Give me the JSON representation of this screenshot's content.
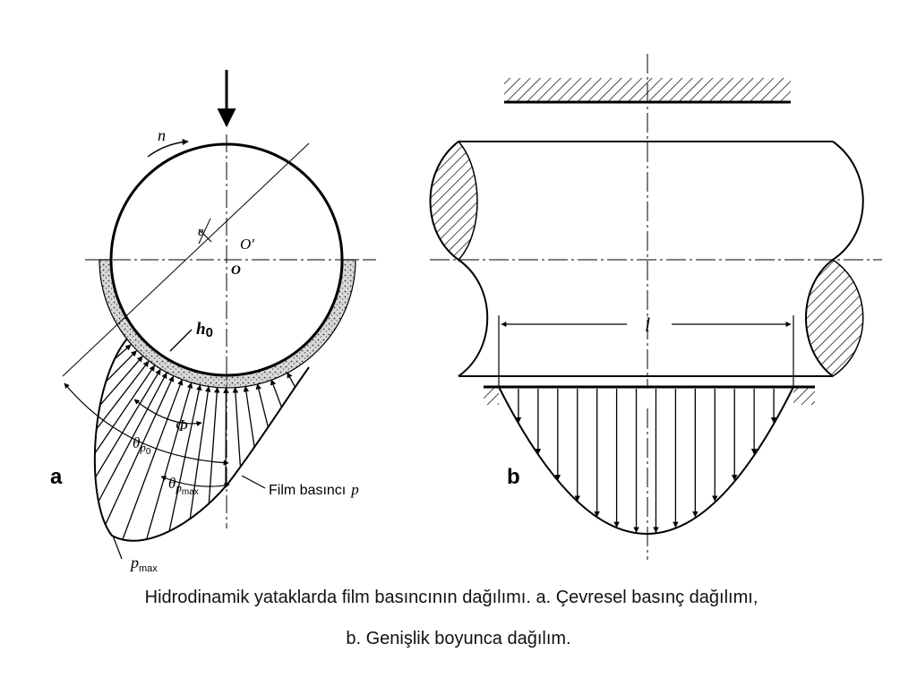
{
  "panel_a": {
    "panel_label": "a",
    "rotation_label": "n",
    "eccentricity_label": "e",
    "center_label": "O",
    "offset_center_label": "O′",
    "min_film_label": "h",
    "min_film_sub": "0",
    "phi_label": "Φ",
    "theta_label": "θ",
    "theta_p0_sub": "p",
    "theta_p0_subsub": "0",
    "theta_pmax_sub": "p",
    "theta_pmax_subsub": "max",
    "film_pressure_text": "Film basıncı",
    "film_pressure_symbol": "p",
    "pmax_label": "p",
    "pmax_sub": "max"
  },
  "panel_b": {
    "panel_label": "b",
    "length_label": "l"
  },
  "caption": {
    "line1": "Hidrodinamik yataklarda film basıncının dağılımı. a. Çevresel basınç dağılımı,",
    "line2": "b. Genişlik boyunca dağılım."
  }
}
